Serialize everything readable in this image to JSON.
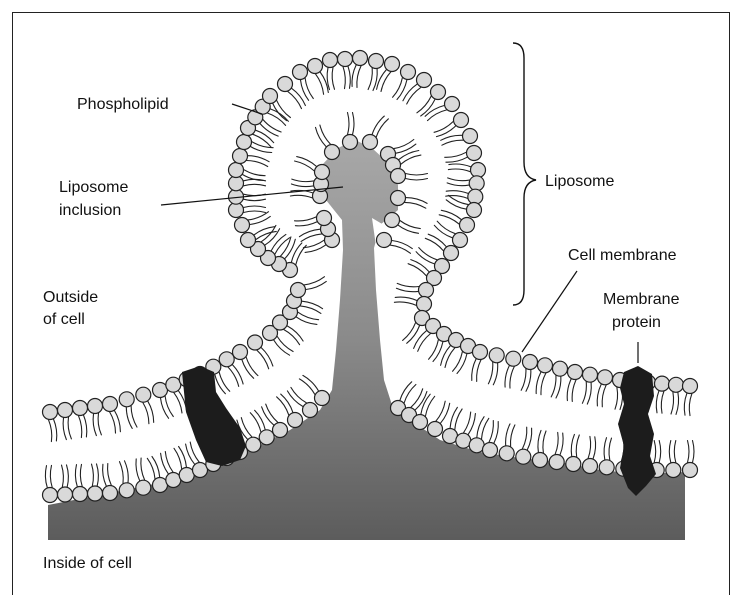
{
  "labels": {
    "phospholipid": "Phospholipid",
    "liposome_inclusion_1": "Liposome",
    "liposome_inclusion_2": "inclusion",
    "liposome": "Liposome",
    "cell_membrane": "Cell membrane",
    "outside_1": "Outside",
    "outside_2": "of cell",
    "membrane_protein_1": "Membrane",
    "membrane_protein_2": "protein",
    "inside": "Inside of cell"
  },
  "colors": {
    "head_fill": "#d9d9d9",
    "head_stroke": "#222222",
    "protein": "#1c1c1c",
    "inclusion_top": "#9a9a9a",
    "inclusion_bottom": "#5a5a5a"
  }
}
